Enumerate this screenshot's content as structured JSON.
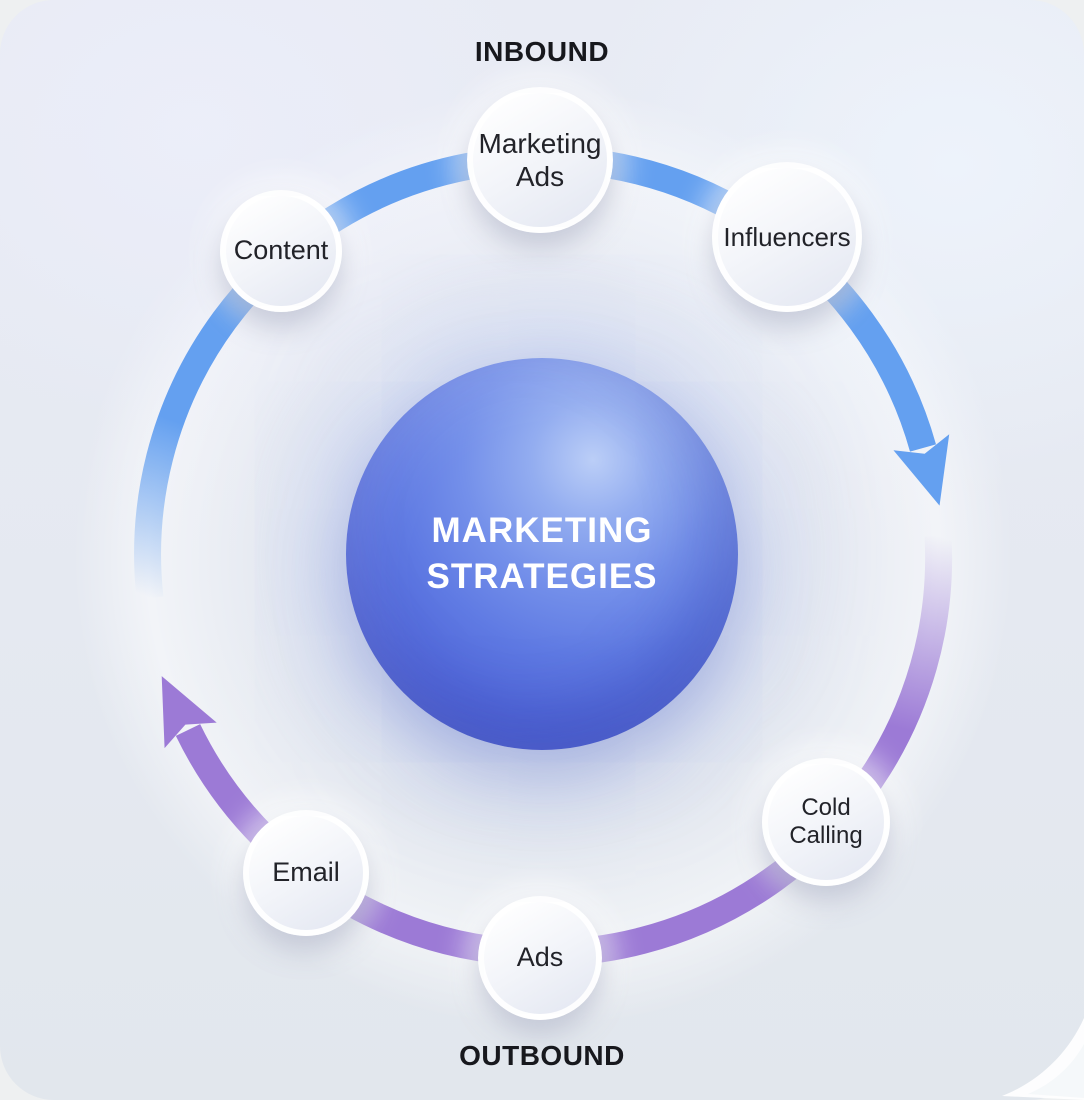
{
  "diagram": {
    "top_label": "INBOUND",
    "bottom_label": "OUTBOUND",
    "center": {
      "title": "MARKETING STRATEGIES"
    },
    "nodes": [
      {
        "id": "marketing-ads",
        "label": "Marketing Ads",
        "group": "inbound"
      },
      {
        "id": "influencers",
        "label": "Influencers",
        "group": "inbound"
      },
      {
        "id": "content",
        "label": "Content",
        "group": "inbound"
      },
      {
        "id": "cold-calling",
        "label": "Cold Calling",
        "group": "outbound"
      },
      {
        "id": "ads",
        "label": "Ads",
        "group": "outbound"
      },
      {
        "id": "email",
        "label": "Email",
        "group": "outbound"
      }
    ],
    "colors": {
      "inbound_arc": "#64A0F0",
      "outbound_arc": "#9C7AD6",
      "sphere_core": "#5F7AE3",
      "node_fill": "#F2F4F9",
      "text_dark": "#17181D",
      "text_light": "#FFFFFF"
    }
  }
}
